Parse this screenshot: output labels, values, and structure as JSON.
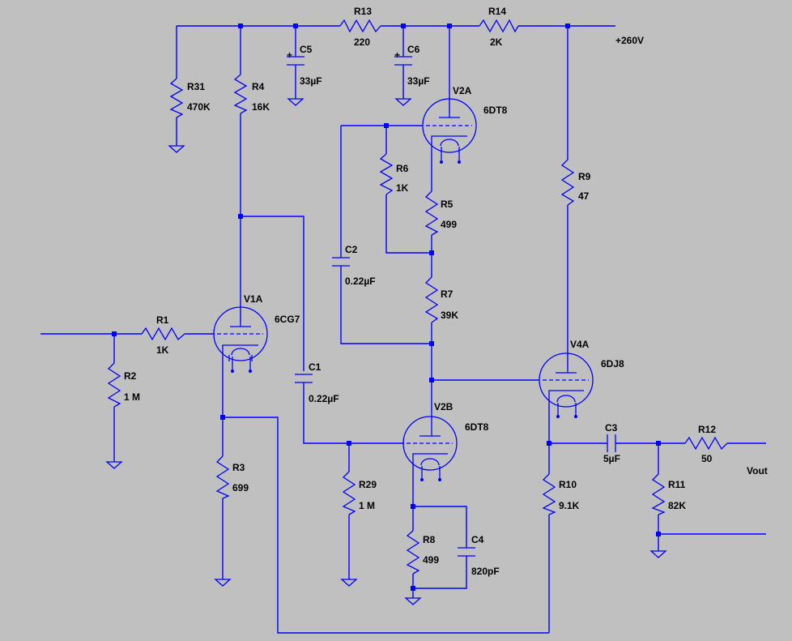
{
  "supply": {
    "label": "+260V"
  },
  "output": {
    "label": "Vout"
  },
  "colors": {
    "wire": "#0000ff",
    "background": "#c0c0c0",
    "text": "#000000"
  },
  "resistors": [
    {
      "id": "r13",
      "ref": "R13",
      "value": "220"
    },
    {
      "id": "r14",
      "ref": "R14",
      "value": "2K"
    },
    {
      "id": "r31",
      "ref": "R31",
      "value": "470K"
    },
    {
      "id": "r4",
      "ref": "R4",
      "value": "16K"
    },
    {
      "id": "r6",
      "ref": "R6",
      "value": "1K"
    },
    {
      "id": "r5",
      "ref": "R5",
      "value": "499"
    },
    {
      "id": "r9",
      "ref": "R9",
      "value": "47"
    },
    {
      "id": "r7",
      "ref": "R7",
      "value": "39K"
    },
    {
      "id": "r1",
      "ref": "R1",
      "value": "1K"
    },
    {
      "id": "r2",
      "ref": "R2",
      "value": "1 M"
    },
    {
      "id": "r3",
      "ref": "R3",
      "value": "699"
    },
    {
      "id": "r29",
      "ref": "R29",
      "value": "1 M"
    },
    {
      "id": "r8",
      "ref": "R8",
      "value": "499"
    },
    {
      "id": "r10",
      "ref": "R10",
      "value": "9.1K"
    },
    {
      "id": "r11",
      "ref": "R11",
      "value": "82K"
    },
    {
      "id": "r12",
      "ref": "R12",
      "value": "50"
    }
  ],
  "capacitors": [
    {
      "id": "c5",
      "ref": "C5",
      "value": "33µF",
      "polar": "+"
    },
    {
      "id": "c6",
      "ref": "C6",
      "value": "33µF",
      "polar": "+"
    },
    {
      "id": "c2",
      "ref": "C2",
      "value": "0.22µF"
    },
    {
      "id": "c1",
      "ref": "C1",
      "value": "0.22µF"
    },
    {
      "id": "c3",
      "ref": "C3",
      "value": "5µF"
    },
    {
      "id": "c4",
      "ref": "C4",
      "value": "820pF"
    }
  ],
  "tubes": [
    {
      "id": "v1a",
      "ref": "V1A",
      "type": "6CG7"
    },
    {
      "id": "v2a",
      "ref": "V2A",
      "type": "6DT8"
    },
    {
      "id": "v2b",
      "ref": "V2B",
      "type": "6DT8"
    },
    {
      "id": "v4a",
      "ref": "V4A",
      "type": "6DJ8"
    }
  ]
}
